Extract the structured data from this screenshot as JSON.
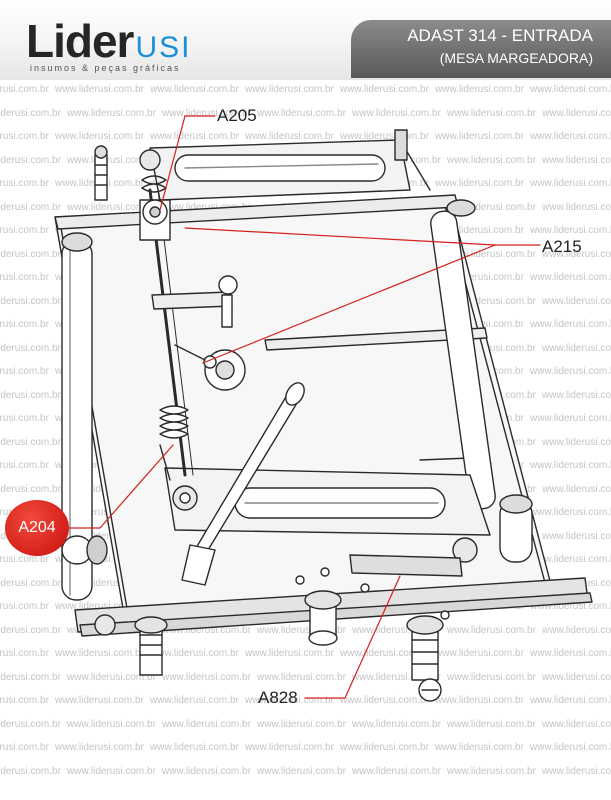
{
  "header": {
    "logo_main": "Lider",
    "logo_suffix": "USI",
    "logo_tagline": "insumos & peças gráficas",
    "title_line1": "ADAST 314 - ENTRADA",
    "title_line2": "(MESA MARGEADORA)"
  },
  "watermark": {
    "text": "www.liderusi.com.br"
  },
  "callouts": {
    "a205": "A205",
    "a215": "A215",
    "a204": "A204",
    "a828": "A828"
  },
  "colors": {
    "brand_blue": "#1d8fd8",
    "callout_red": "#d4201a",
    "header_gray": "#6f6f6f"
  }
}
